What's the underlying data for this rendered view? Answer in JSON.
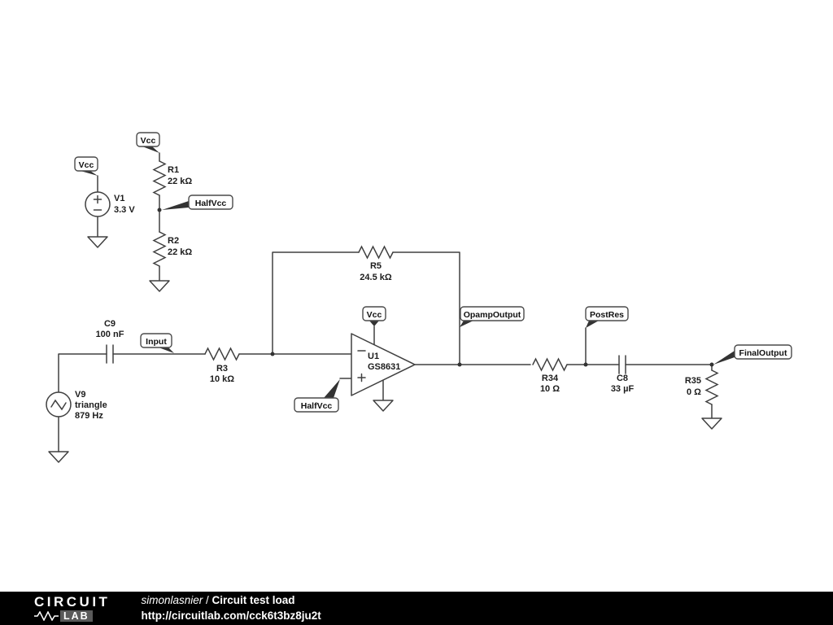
{
  "schematic": {
    "components": {
      "V1": {
        "ref": "V1",
        "value": "3.3 V"
      },
      "R1": {
        "ref": "R1",
        "value": "22 kΩ"
      },
      "R2": {
        "ref": "R2",
        "value": "22 kΩ"
      },
      "V9": {
        "ref": "V9",
        "waveform": "triangle",
        "frequency": "879 Hz"
      },
      "C9": {
        "ref": "C9",
        "value": "100 nF"
      },
      "R3": {
        "ref": "R3",
        "value": "10 kΩ"
      },
      "R5": {
        "ref": "R5",
        "value": "24.5 kΩ"
      },
      "U1": {
        "ref": "U1",
        "value": "GS8631"
      },
      "R34": {
        "ref": "R34",
        "value": "10 Ω"
      },
      "C8": {
        "ref": "C8",
        "value": "33 µF"
      },
      "R35": {
        "ref": "R35",
        "value": "0 Ω"
      }
    },
    "flags": {
      "vcc_v1": "Vcc",
      "vcc_divider": "Vcc",
      "halfvcc_divider": "HalfVcc",
      "input": "Input",
      "vcc_opamp": "Vcc",
      "halfvcc_opamp": "HalfVcc",
      "opamp_output": "OpampOutput",
      "post_res": "PostRes",
      "final_output": "FinalOutput"
    }
  },
  "footer": {
    "logo_top": "CIRCUIT",
    "logo_bottom": "LAB",
    "author": "simonlasnier",
    "separator": " / ",
    "title": "Circuit test load",
    "url": "http://circuitlab.com/cck6t3bz8ju2t"
  }
}
